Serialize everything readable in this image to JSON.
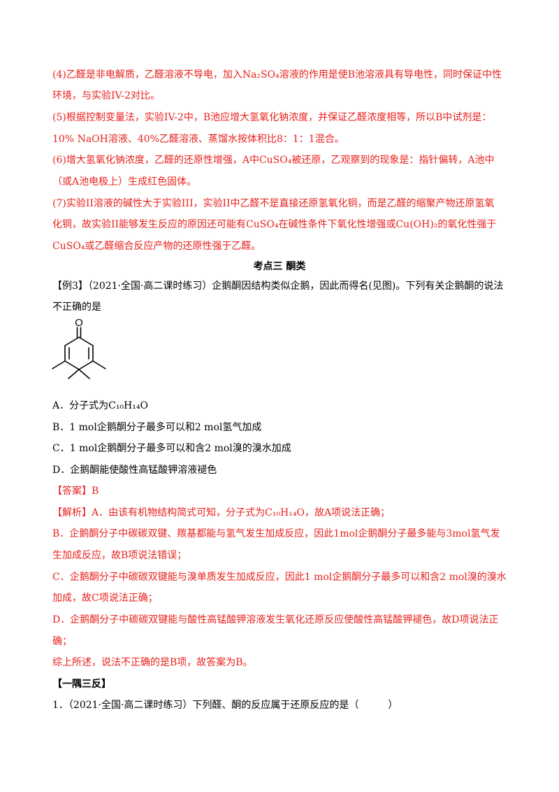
{
  "colors": {
    "answer_red": "#e8211c",
    "text_black": "#000000"
  },
  "prev_answer": {
    "l1": "(4)乙醛是非电解质，乙醛溶液不导电，加入Na₂SO₄溶液的作用是使B池溶液具有导电性，同时保证中性",
    "l2": "环境，与实验IV-2对比。",
    "l3": "(5)根据控制变量法，实验IV-2中，B池应增大氢氧化钠浓度，并保证乙醛浓度相等，所以B中试剂是：",
    "l4": "10% NaOH溶液、40%乙醛溶液、蒸馏水按体积比8：1：1混合。",
    "l5": "(6)增大氢氧化钠浓度，乙醛的还原性增强，A中CuSO₄被还原，乙观察到的现象是：指针偏转，A池中",
    "l6": "（或A池电极上）生成红色固体。",
    "l7": "(7)实验II溶液的碱性大于实验III，实验II中乙醛不是直接还原氢氧化铜，而是乙醛的缩聚产物还原氢氧",
    "l8": "化铜，故实验II能够发生反应的原因还可能有CuSO₄在碱性条件下氧化性增强或Cu(OH)₂的氧化性强于",
    "l9": "CuSO₄或乙醛缩合反应产物的还原性强于乙醛。"
  },
  "section_title": "考点三 酮类",
  "example3": {
    "l1": "【例3】（2021·全国·高二课时练习）企鹅酮因结构类似企鹅，因此而得名(见图)。下列有关企鹅酮的说法",
    "l2": "不正确的是",
    "structure_label": "O",
    "options": [
      "A．分子式为C₁₀H₁₄O",
      "B．1 mol企鹅酮分子最多可以和2 mol氢气加成",
      "C．1 mol企鹅酮分子最多可以和含2 mol溴的溴水加成",
      "D．企鹅酮能使酸性高锰酸钾溶液褪色"
    ],
    "answer": "【答案】B",
    "analysis": {
      "l1": "【解析】A．由该有机物结构简式可知，分子式为C₁₀H₁₄O，故A项说法正确；",
      "l2": "B．企鹅酮分子中碳碳双键、羰基都能与氢气发生加成反应，因此1mol企鹅酮分子最多能与3mol氢气发",
      "l3": "生加成反应，故B项说法错误；",
      "l4": "C．企鹅酮分子中碳碳双键能与溴单质发生加成反应，因此1 mol企鹅酮分子最多可以和含2 mol溴的溴水",
      "l5": "加成，故C项说法正确；",
      "l6": "D．企鹅酮分子中碳碳双键能与酸性高锰酸钾溶液发生氧化还原反应使酸性高锰酸钾褪色，故D项说法正",
      "l7": "确；",
      "l8": "综上所述，说法不正确的是B项，故答案为B。"
    }
  },
  "practice": {
    "heading": "【一隅三反】",
    "q1": "1．（2021·全国·高二课时练习）下列醛、酮的反应属于还原反应的是（　　　）"
  }
}
